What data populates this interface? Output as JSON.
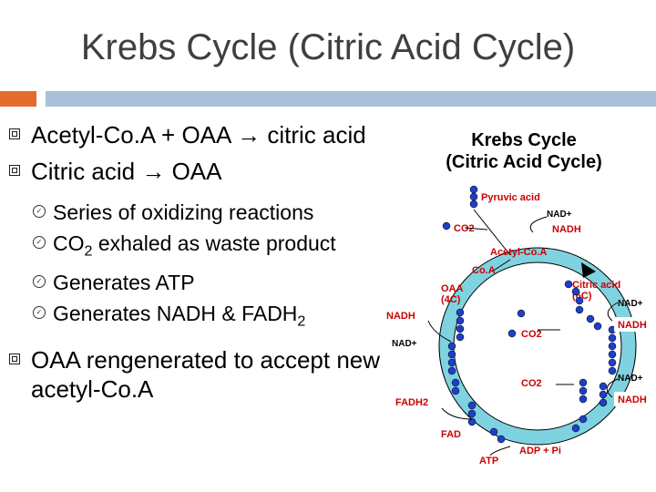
{
  "slide": {
    "title": "Krebs Cycle (Citric Acid Cycle)",
    "colors": {
      "accent_orange": "#e36c2d",
      "accent_blue": "#a9c0d9",
      "cycle_fill": "#7fd3e0",
      "molecule": "#1f3fc8",
      "label_red": "#cc0000"
    },
    "bullets": [
      {
        "text": "Acetyl-Co.A + OAA → citric acid"
      },
      {
        "text": "Citric acid → OAA"
      },
      {
        "text": "OAA rengenerated to accept new acetyl-Co.A"
      }
    ],
    "sub_bullets": {
      "s1": "Series of oxidizing reactions",
      "s2_main": "CO",
      "s2_sub": "2",
      "s2_rest": " exhaled as waste product",
      "s3": "Generates ATP",
      "s4_main": "Generates NADH & FADH",
      "s4_sub": "2"
    }
  },
  "diagram": {
    "heading1": "Krebs Cycle",
    "heading2": "(Citric Acid Cycle)",
    "pyruvic": "Pyruvic acid",
    "nad_top": "NAD+",
    "co2_top": "CO2",
    "nadh_top": "NADH",
    "acetyl": "Acetyl-Co.A",
    "coa": "Co.A",
    "oaa": "OAA",
    "oaa_c": "(4C)",
    "citric": "Citric acid",
    "citric_c": "(6C)",
    "nadh_left": "NADH",
    "nad_right1": "NAD+",
    "co2_mid": "CO2",
    "nadh_right1": "NADH",
    "nad_left": "NAD+",
    "nad_right2": "NAD+",
    "co2_low": "CO2",
    "nadh_right2": "NADH",
    "fadh2": "FADH2",
    "fad": "FAD",
    "atp": "ATP",
    "adp": "ADP + Pi"
  }
}
